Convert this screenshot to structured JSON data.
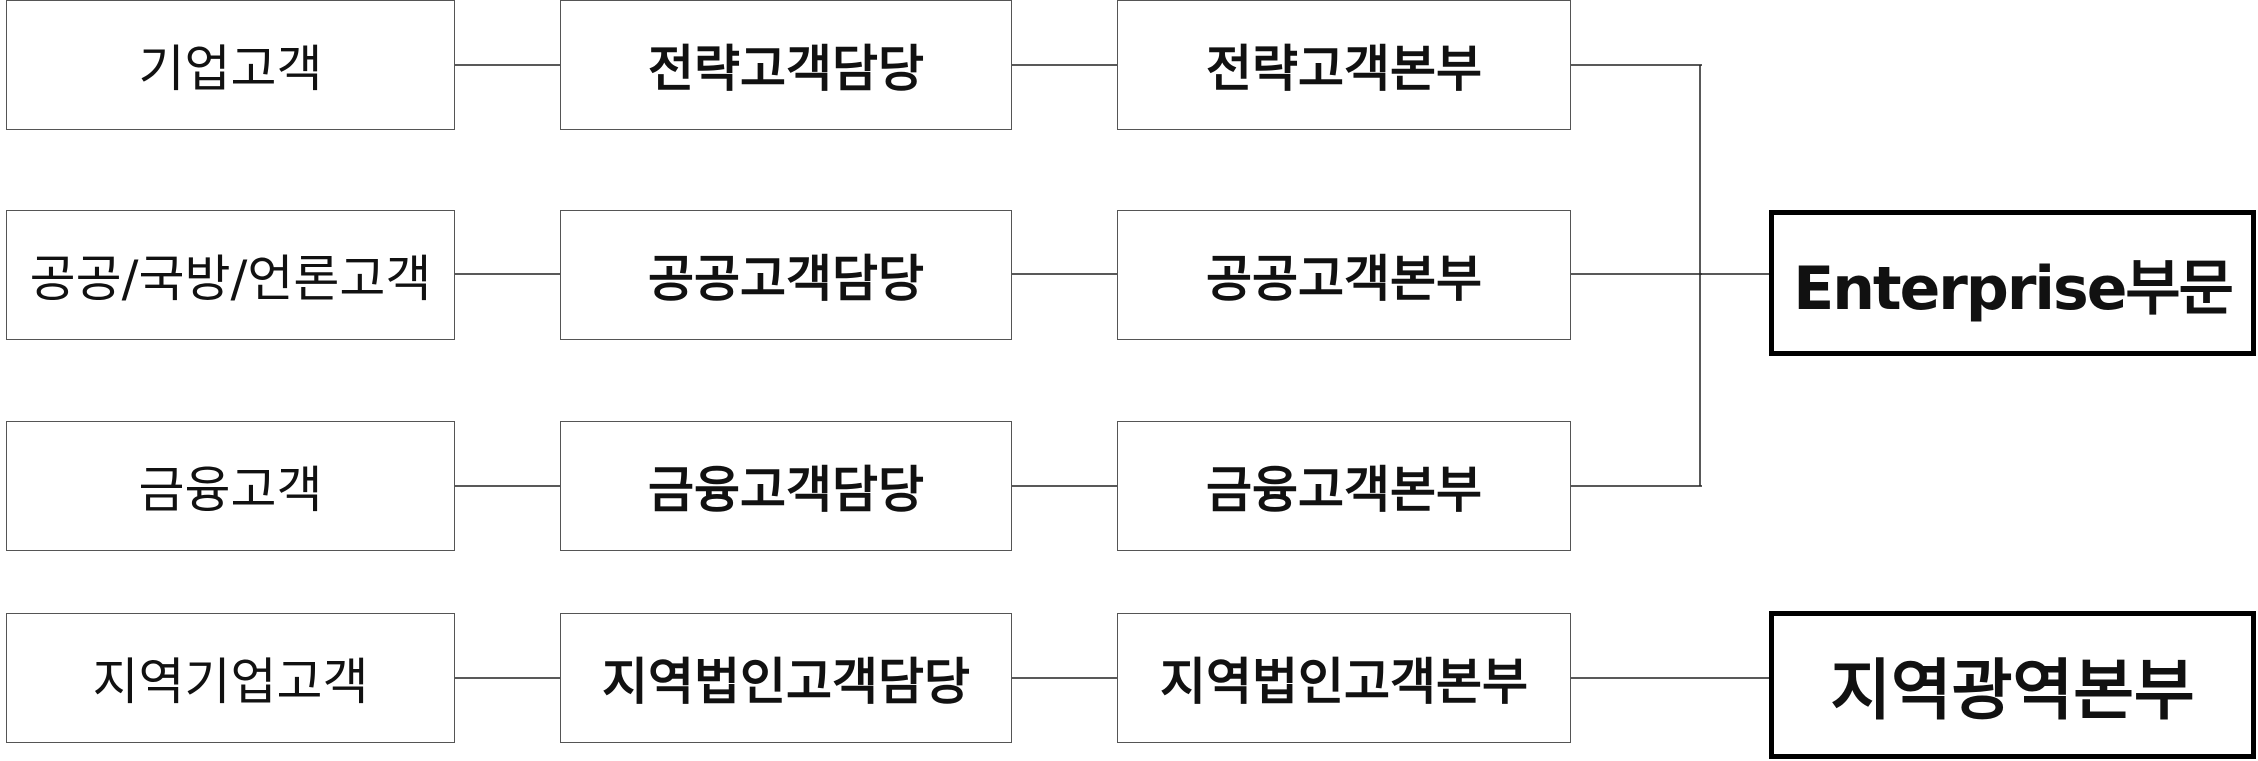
{
  "rows": [
    {
      "customer": "기업고객",
      "team": "전략고객담당",
      "division": "전략고객본부"
    },
    {
      "customer": "공공/국방/언론고객",
      "team": "공공고객담당",
      "division": "공공고객본부"
    },
    {
      "customer": "금융고객",
      "team": "금융고객담당",
      "division": "금융고객본부"
    },
    {
      "customer": "지역기업고객",
      "team": "지역법인고객담당",
      "division": "지역법인고객본부"
    }
  ],
  "groups": {
    "enterprise": "Enterprise부문",
    "regional": "지역광역본부"
  }
}
